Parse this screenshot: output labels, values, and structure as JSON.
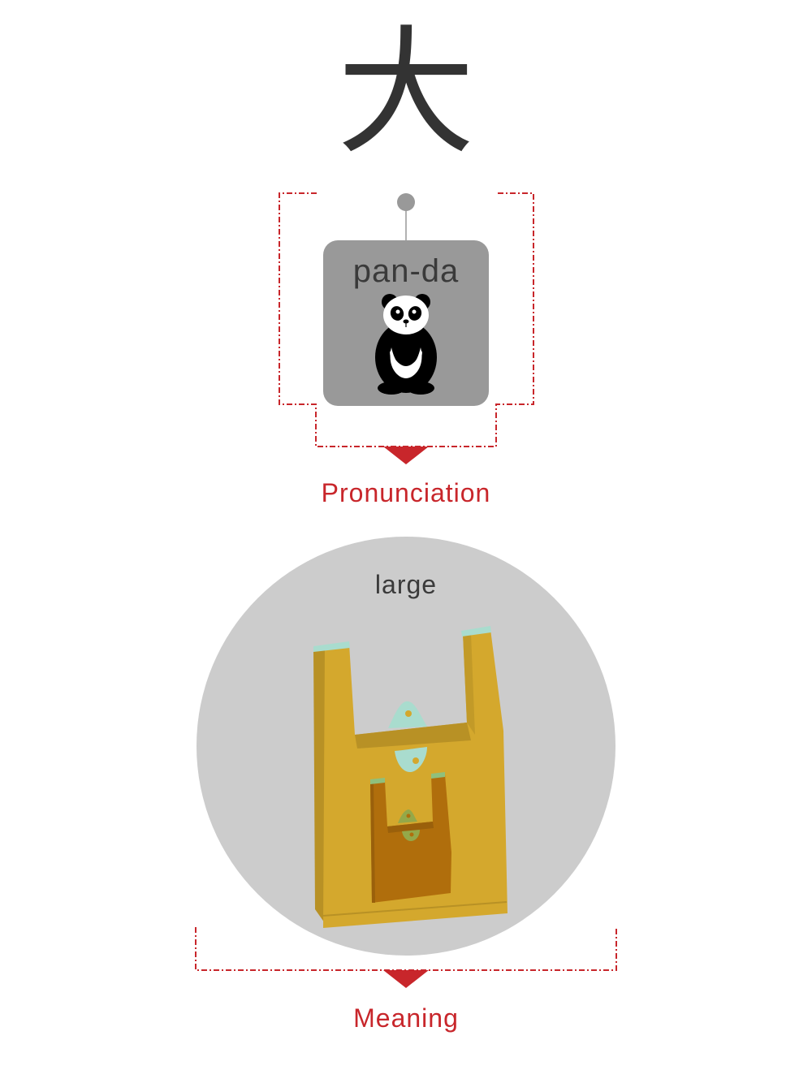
{
  "character": "大",
  "pronunciation": {
    "mnemonic_text": "pan-da",
    "label": "Pronunciation",
    "icon": "panda-icon"
  },
  "meaning": {
    "mnemonic_text": "large",
    "label": "Meaning",
    "icon": "shopping-bag-icon"
  },
  "colors": {
    "accent": "#c8262b",
    "card_bg": "#999999",
    "circle_bg": "#cccccc",
    "text_dark": "#333333",
    "bag_main": "#d4a82d",
    "bag_dark": "#b06e0c",
    "bag_clip": "#a9dcce"
  }
}
